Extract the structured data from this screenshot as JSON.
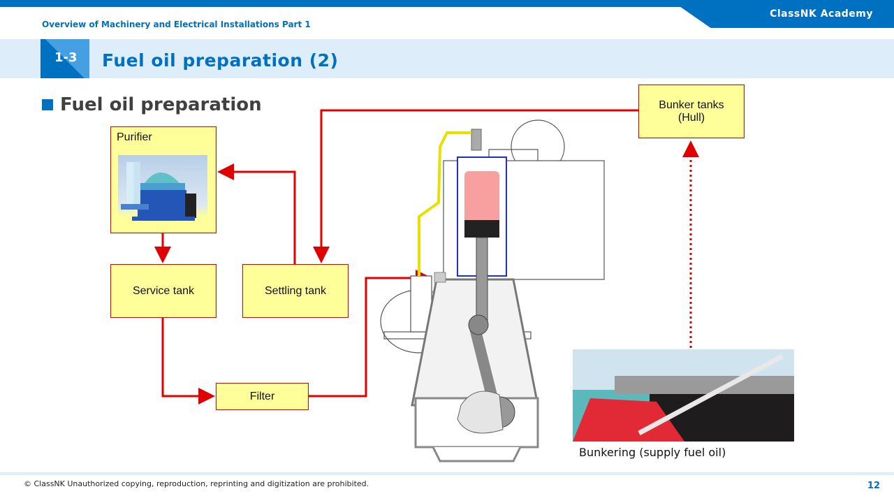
{
  "header": {
    "brand": "ClassNK Academy",
    "course": "Overview of Machinery and Electrical Installations Part 1",
    "section_number": "1-3",
    "title": "Fuel oil preparation (2)"
  },
  "subheading": "Fuel oil preparation",
  "diagram": {
    "nodes": {
      "purifier": "Purifier",
      "service_tank": "Service tank",
      "settling_tank": "Settling tank",
      "filter": "Filter",
      "bunker_tanks_line1": "Bunker tanks",
      "bunker_tanks_line2": "(Hull)"
    },
    "flow_color": "#e00000",
    "box_fill": "#ffff99",
    "photo_caption": "Bunkering (supply fuel oil)"
  },
  "footer": {
    "copyright": "© ClassNK Unauthorized copying, reproduction, reprinting and digitization are prohibited.",
    "page_number": "12"
  },
  "colors": {
    "brand": "#0070c0",
    "band": "#ddeefa"
  }
}
